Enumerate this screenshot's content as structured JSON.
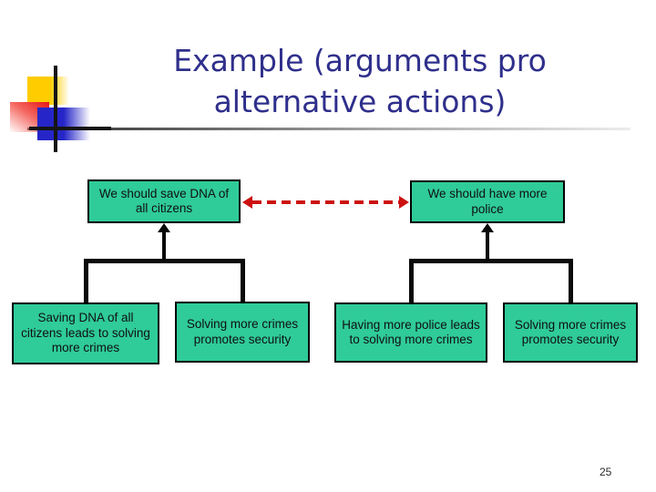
{
  "slide": {
    "title_line1": "Example (arguments pro",
    "title_line2": "alternative actions)",
    "page_number": "25"
  },
  "diagram": {
    "conclusions": [
      {
        "text": "We should save DNA of all citizens"
      },
      {
        "text": "We should have more police"
      }
    ],
    "premises": [
      {
        "text": "Saving DNA of all citizens leads to solving more crimes"
      },
      {
        "text": "Solving more crimes promotes security"
      },
      {
        "text": "Having more police leads to solving more crimes"
      },
      {
        "text": "Solving more crimes promotes security"
      }
    ]
  },
  "colors": {
    "box_fill": "#2fcb99",
    "box_border": "#000000",
    "title": "#2f2f8c",
    "attack_arrow": "#cc1111",
    "support": "#0a0a0a",
    "background": "#ffffff"
  }
}
